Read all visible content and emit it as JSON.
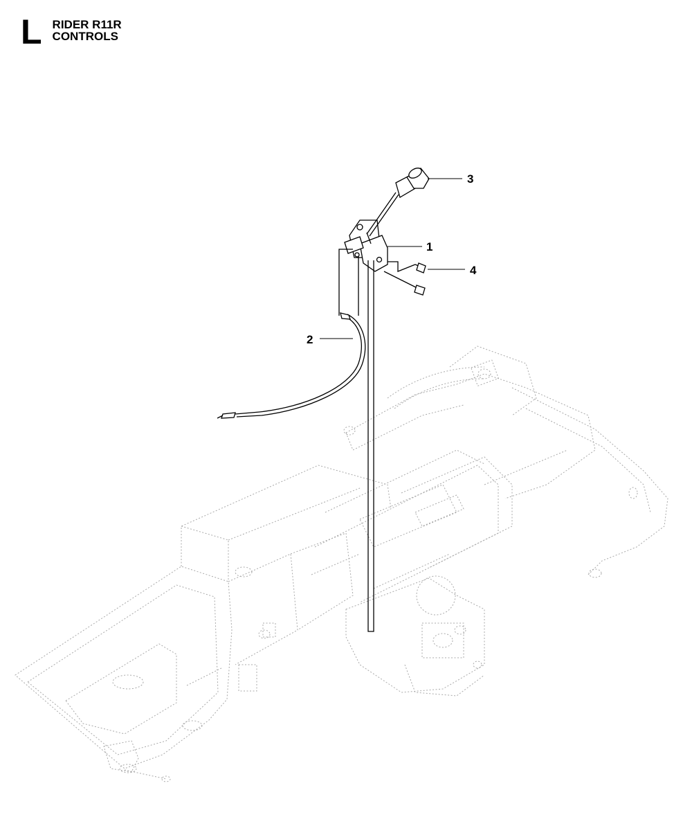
{
  "header": {
    "section_letter": "L",
    "model": "RIDER R11R",
    "group": "CONTROLS"
  },
  "callouts": [
    {
      "id": "1",
      "label": "1"
    },
    {
      "id": "2",
      "label": "2"
    },
    {
      "id": "3",
      "label": "3"
    },
    {
      "id": "4",
      "label": "4"
    }
  ]
}
